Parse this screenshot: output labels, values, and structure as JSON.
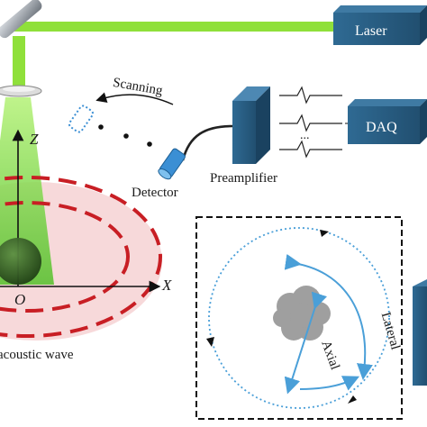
{
  "diagram": {
    "labels": {
      "laser": "Laser",
      "daq": "DAQ",
      "scanning": "Scanning",
      "detector": "Detector",
      "preamplifier": "Preamplifier",
      "axis_z": "Z",
      "axis_x": "X",
      "origin": "O",
      "acoustic_wave": "acoustic wave",
      "lateral": "Lateral",
      "axial": "Axial",
      "ellipsis": "..."
    },
    "colors": {
      "laser_beam": "#8fe03a",
      "instrument_box": "#2b5f86",
      "dashed_wave": "#c81e24",
      "halo": "#f6d2d4",
      "scan_arrows": "#4a9fd8",
      "cone": "#8ee84a"
    }
  }
}
